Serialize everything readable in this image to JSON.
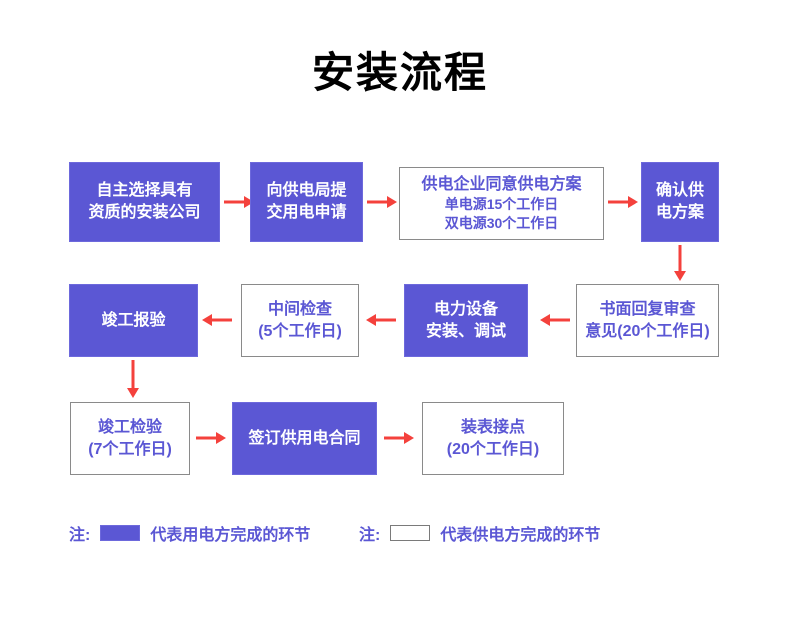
{
  "title": "安装流程",
  "colors": {
    "filled_box": "#5b57d4",
    "outline_box_text": "#5b57d4",
    "arrow": "#f4413c",
    "title_text": "#000000",
    "outline_box_border": "#8a8a8a",
    "page_background": "#ffffff"
  },
  "flow": {
    "row1": [
      {
        "id": "step-1",
        "style": "filled",
        "line1": "自主选择具有",
        "line2": "资质的安装公司"
      },
      {
        "id": "step-2",
        "style": "filled",
        "line1": "向供电局提",
        "line2": "交用电申请"
      },
      {
        "id": "step-3",
        "style": "outline",
        "line1": "供电企业同意供电方案",
        "line2": "单电源15个工作日",
        "line3": "双电源30个工作日"
      },
      {
        "id": "step-4",
        "style": "filled",
        "line1": "确认供",
        "line2": "电方案"
      }
    ],
    "row2": [
      {
        "id": "step-5",
        "style": "outline",
        "line1": "书面回复审查",
        "line2": "意见(20个工作日)"
      },
      {
        "id": "step-6",
        "style": "filled",
        "line1": "电力设备",
        "line2": "安装、调试"
      },
      {
        "id": "step-7",
        "style": "outline",
        "line1": "中间检查",
        "line2": "(5个工作日)"
      },
      {
        "id": "step-8",
        "style": "filled",
        "line1": "竣工报验"
      }
    ],
    "row3": [
      {
        "id": "step-9",
        "style": "outline",
        "line1": "竣工检验",
        "line2": "(7个工作日)"
      },
      {
        "id": "step-10",
        "style": "filled",
        "line1": "签订供用电合同"
      },
      {
        "id": "step-11",
        "style": "outline",
        "line1": "装表接点",
        "line2": "(20个工作日)"
      }
    ]
  },
  "legend": [
    {
      "id": "legend-customer",
      "prefix": "注:",
      "swatch": "filled",
      "text": "代表用电方完成的环节"
    },
    {
      "id": "legend-supplier",
      "prefix": "注:",
      "swatch": "outline",
      "text": "代表供电方完成的环节"
    }
  ]
}
